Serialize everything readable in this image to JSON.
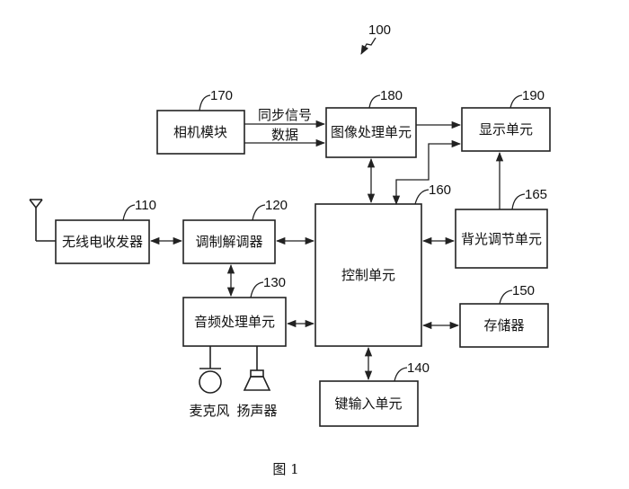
{
  "diagram": {
    "ref_system": "100",
    "blocks": {
      "camera": {
        "label": "相机模块",
        "ref": "170"
      },
      "image": {
        "label": "图像处理单元",
        "ref": "180"
      },
      "display": {
        "label": "显示单元",
        "ref": "190"
      },
      "wireless": {
        "label": "无线电收发器",
        "ref": "110"
      },
      "modem": {
        "label": "调制解调器",
        "ref": "120"
      },
      "control": {
        "label": "控制单元",
        "ref": "160"
      },
      "backlight": {
        "label": "背光调节单元",
        "ref": "165"
      },
      "audio": {
        "label": "音频处理单元",
        "ref": "130"
      },
      "storage": {
        "label": "存储器",
        "ref": "150"
      },
      "key": {
        "label": "键输入单元",
        "ref": "140"
      }
    },
    "signals": {
      "sync": "同步信号",
      "data": "数据"
    },
    "devices": {
      "mic": "麦克风",
      "speaker": "扬声器"
    },
    "caption": "图 1"
  }
}
